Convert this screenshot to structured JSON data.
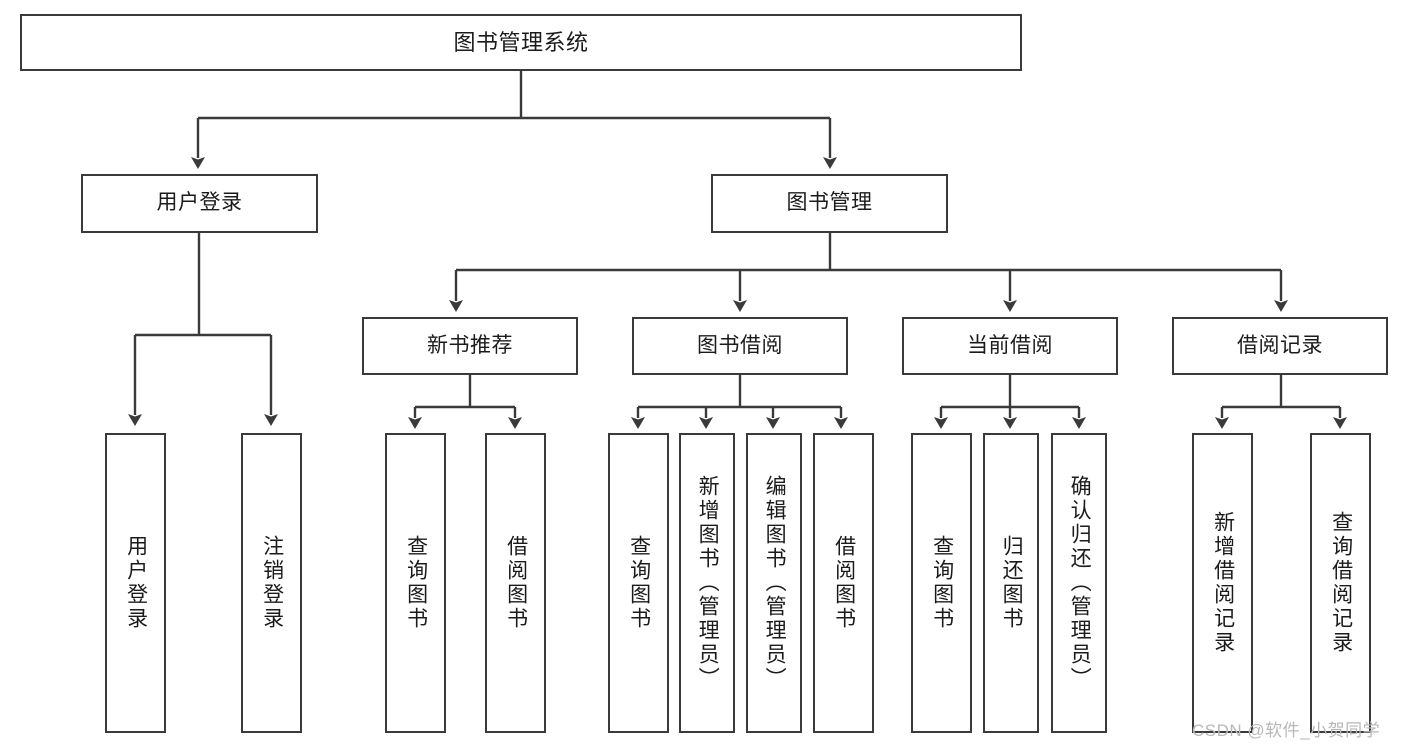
{
  "diagram": {
    "title": "图书管理系统",
    "type": "tree-hierarchy-chart",
    "colors": {
      "border": "#3a3a3a",
      "background": "#ffffff",
      "text": "#1b1b1b",
      "watermark": "#b8b8b8"
    },
    "levels": {
      "root": {
        "label": "图书管理系统"
      },
      "level2": [
        {
          "label": "用户登录"
        },
        {
          "label": "图书管理"
        }
      ],
      "level3": [
        {
          "label": "新书推荐"
        },
        {
          "label": "图书借阅"
        },
        {
          "label": "当前借阅"
        },
        {
          "label": "借阅记录"
        }
      ],
      "leaves": {
        "user_login": [
          {
            "label": "用户登录"
          },
          {
            "label": "注销登录"
          }
        ],
        "new_book_recommend": [
          {
            "label": "查询图书"
          },
          {
            "label": "借阅图书"
          }
        ],
        "book_borrow": [
          {
            "label": "查询图书"
          },
          {
            "label": "新增图书（管理员）"
          },
          {
            "label": "编辑图书（管理员）"
          },
          {
            "label": "借阅图书"
          }
        ],
        "current_borrow": [
          {
            "label": "查询图书"
          },
          {
            "label": "归还图书"
          },
          {
            "label": "确认归还（管理员）"
          }
        ],
        "borrow_record": [
          {
            "label": "新增借阅记录"
          },
          {
            "label": "查询借阅记录"
          }
        ]
      }
    },
    "watermark": "CSDN @软件_小贺同学"
  }
}
